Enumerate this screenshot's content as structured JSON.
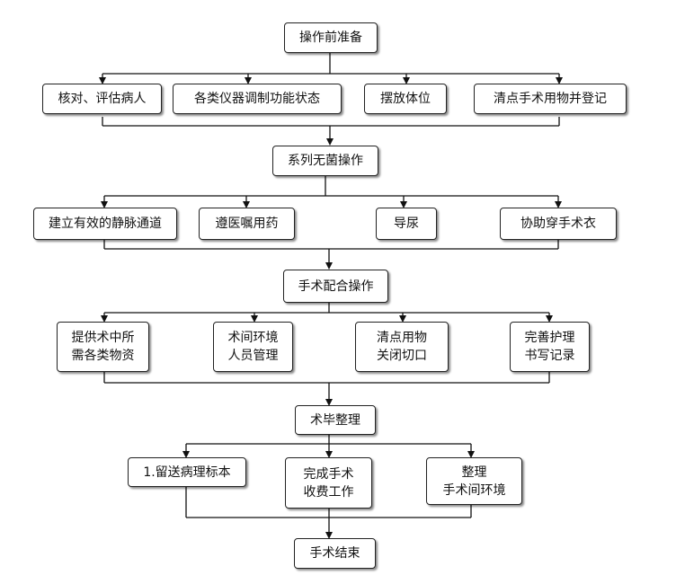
{
  "diagram": {
    "stage1": {
      "title": "操作前准备",
      "items": [
        "核对、评估病人",
        "各类仪器调制功能状态",
        "摆放体位",
        "清点手术用物并登记"
      ]
    },
    "stage2": {
      "title": "系列无菌操作",
      "items": [
        "建立有效的静脉通道",
        "遵医嘱用药",
        "导尿",
        "协助穿手术衣"
      ]
    },
    "stage3": {
      "title": "手术配合操作",
      "items": [
        {
          "line1": "提供术中所",
          "line2": "需各类物资"
        },
        {
          "line1": "术间环境",
          "line2": "人员管理"
        },
        {
          "line1": "清点用物",
          "line2": "关闭切口"
        },
        {
          "line1": "完善护理",
          "line2": "书写记录"
        }
      ]
    },
    "stage4": {
      "title": "术毕整理",
      "items": [
        {
          "line1": "1.留送病理标本",
          "line2": ""
        },
        {
          "line1": "完成手术",
          "line2": "收费工作"
        },
        {
          "line1": "整理",
          "line2": "手术间环境"
        }
      ]
    },
    "end": {
      "title": "手术结束"
    }
  }
}
